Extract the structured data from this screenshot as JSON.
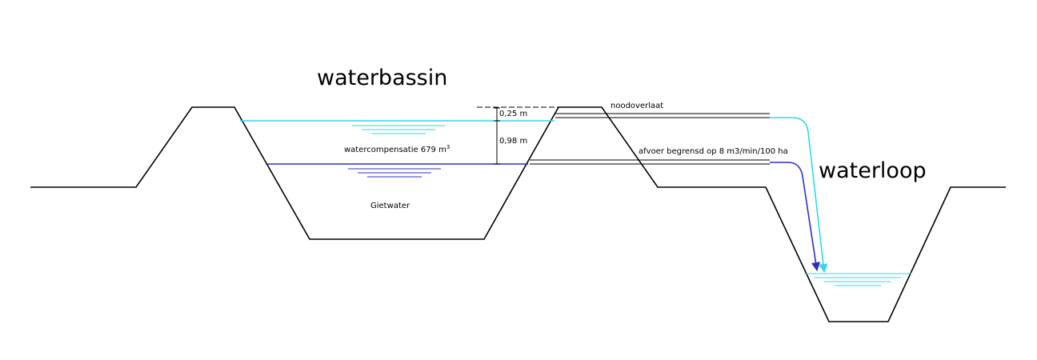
{
  "labels": {
    "basin_title": "waterbassin",
    "stream_title": "waterloop",
    "overflow": "noodoverlaat",
    "outflow": "afvoer begrensd op 8 m3/min/100 ha",
    "compensation": "watercompensatie 679 m",
    "compensation_exp": "3",
    "irrigation": "Gietwater",
    "dim_top": "0,25 m",
    "dim_main": "0,98 m"
  },
  "colors": {
    "outline": "#000000",
    "overflow_water": "#2fd8ee",
    "outflow_water": "#2b2fc6"
  }
}
